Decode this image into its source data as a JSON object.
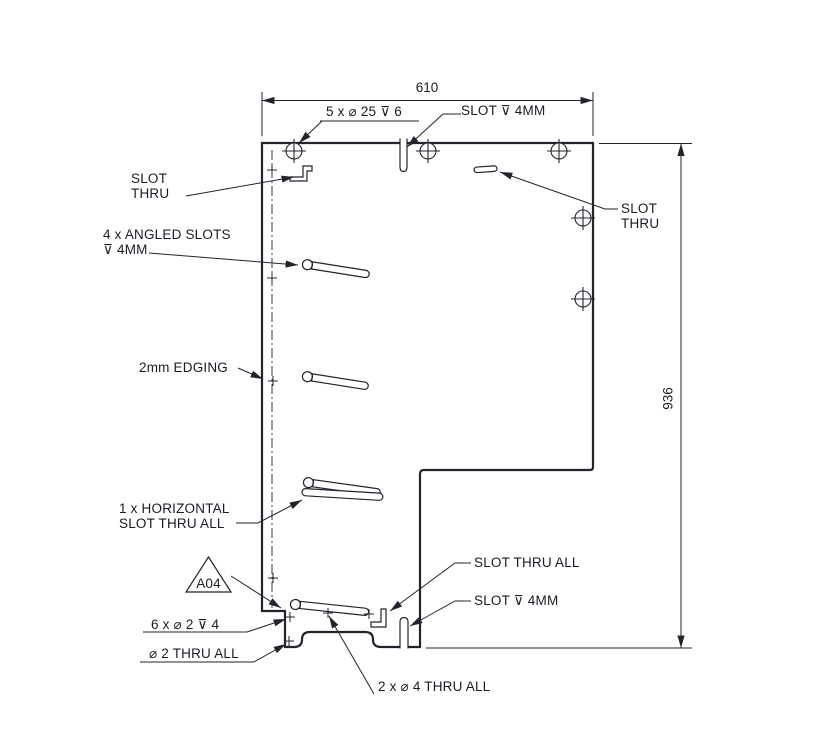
{
  "colors": {
    "line": "#23232e",
    "text": "#1b1b26",
    "background": "#ffffff"
  },
  "dimensions": {
    "width": "610",
    "height": "936"
  },
  "callouts": {
    "counterbore_large": "5 x ⌀ 25 ⊽ 6",
    "top_slot": "SLOT ⊽ 4MM",
    "slot_thru_left": "SLOT\nTHRU",
    "angled_slots": "4 x ANGLED SLOTS\n⊽ 4MM",
    "edging": "2mm EDGING",
    "slot_thru_right": "SLOT\nTHRU",
    "horizontal_slot": "1 x HORIZONTAL\nSLOT THRU ALL",
    "revision_flag": "A04",
    "counterbore_small": "6 x ⌀ 2 ⊽ 4",
    "thru_hole_small": "⌀ 2 THRU ALL",
    "thru_holes_medium": "2 x ⌀ 4 THRU ALL",
    "slot_thru_all": "SLOT THRU ALL",
    "bottom_slot": "SLOT ⊽ 4MM"
  }
}
